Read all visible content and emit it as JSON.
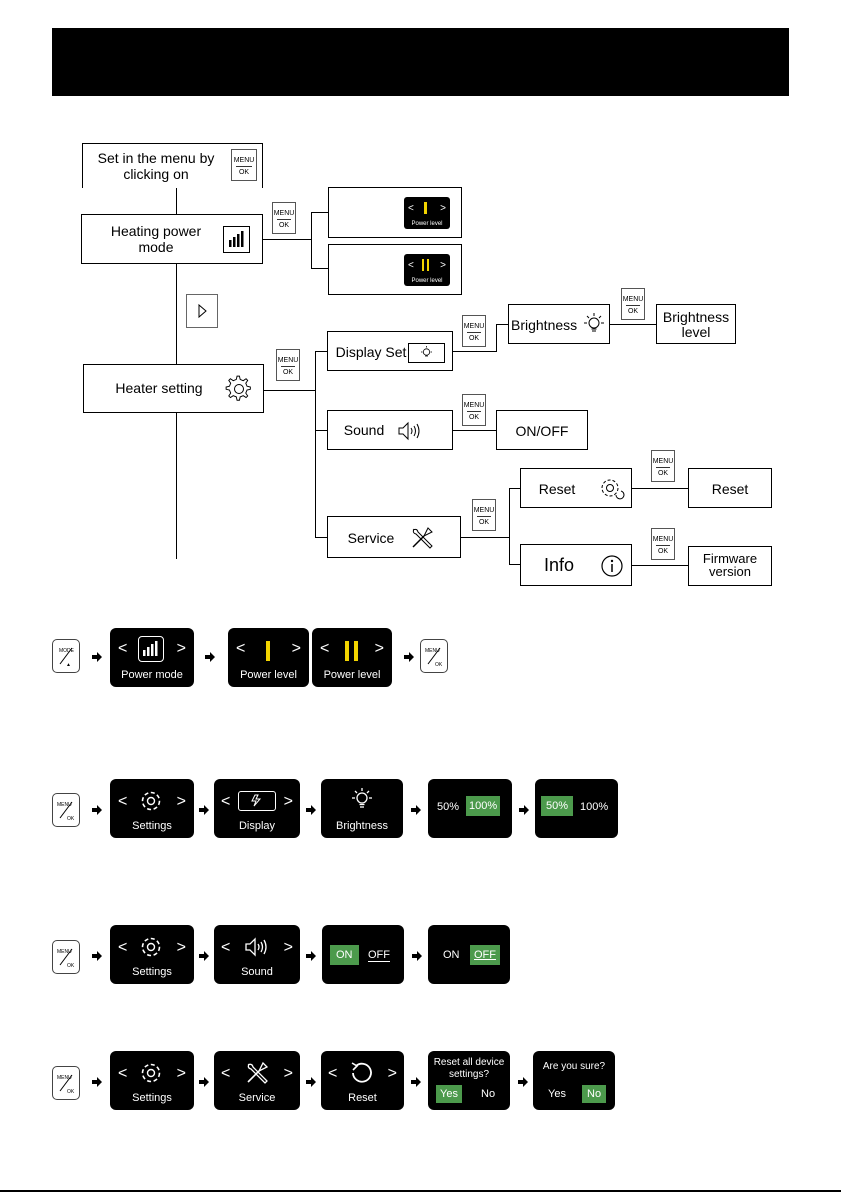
{
  "header": {
    "title": ""
  },
  "tree": {
    "root": {
      "line1": "Set in the menu by",
      "line2": "clicking on"
    },
    "heating": {
      "line1": "Heating power",
      "line2": "mode"
    },
    "power_level_caption": "Power level",
    "heater_setting": "Heater setting",
    "display_set": "Display Set",
    "sound": "Sound",
    "service": "Service",
    "brightness": "Brightness",
    "brightness_level": {
      "line1": "Brightness",
      "line2": "level"
    },
    "on_off": "ON/OFF",
    "reset": "Reset",
    "reset_result": "Reset",
    "info": "Info",
    "firmware": {
      "line1": "Firmware",
      "line2": "version"
    }
  },
  "menu_key": {
    "top": "MENU",
    "bottom": "OK"
  },
  "flows": {
    "power": {
      "power_mode": "Power mode",
      "level1": "Power level",
      "level2": "Power level"
    },
    "display": {
      "settings": "Settings",
      "display": "Display",
      "brightness": "Brightness",
      "p50": "50%",
      "p100": "100%",
      "p50b": "50%",
      "p100b": "100%"
    },
    "sound": {
      "settings": "Settings",
      "sound": "Sound",
      "on": "ON",
      "off": "OFF",
      "on2": "ON",
      "off2": "OFF"
    },
    "service": {
      "settings": "Settings",
      "service": "Service",
      "reset": "Reset",
      "q1": "Reset all device settings?",
      "yes1": "Yes",
      "no1": "No",
      "q2": "Are you sure?",
      "yes2": "Yes",
      "no2": "No"
    }
  },
  "colors": {
    "highlight": "#4c9a4c",
    "level_yellow": "#f2d400"
  }
}
